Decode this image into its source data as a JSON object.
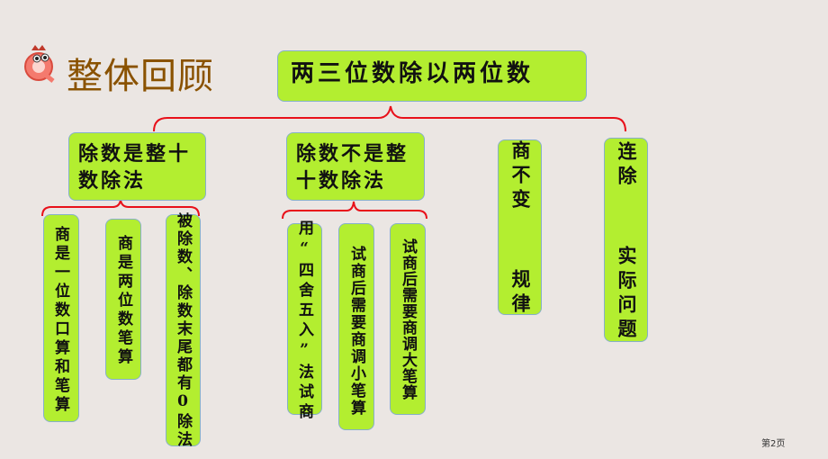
{
  "header": {
    "title": "整体回顾"
  },
  "main_topic": "两三位数除以两位数",
  "branches": [
    {
      "label": "除数是整十数除法",
      "children": [
        "商是一位数口算和笔算",
        "商是两位数笔算",
        "被除数、除数末尾都有0除法"
      ]
    },
    {
      "label": "除数不是整十数除法",
      "children": [
        "用“四舍五入”法试商",
        "试商后需要商调小笔算",
        "试商后需要商调大笔算"
      ]
    },
    {
      "label": "商不变  规律"
    },
    {
      "label": "连除  实际问题"
    }
  ],
  "footer": {
    "page": "第2页"
  },
  "colors": {
    "box": "#b3ee30",
    "bracket": "#e8101a",
    "title": "#8a5200"
  }
}
